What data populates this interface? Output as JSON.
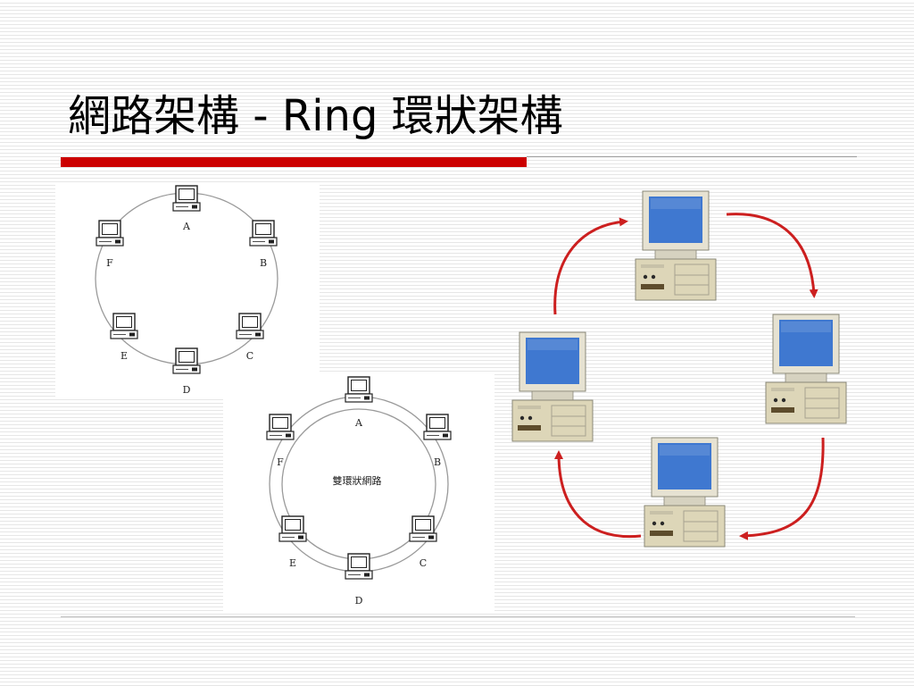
{
  "slide": {
    "title": "網路架構 - Ring 環狀架構"
  },
  "single_ring": {
    "nodes": [
      "A",
      "B",
      "C",
      "D",
      "E",
      "F"
    ]
  },
  "dual_ring": {
    "center_label": "雙環狀網路",
    "nodes": [
      "A",
      "B",
      "C",
      "D",
      "E",
      "F"
    ]
  },
  "flow_ring": {
    "computer_count": 4,
    "arrow_color": "#cc1f1f",
    "screen_color": "#3f78d0",
    "case_color": "#ddd6b8"
  },
  "colors": {
    "title_rule": "#cc0000"
  }
}
